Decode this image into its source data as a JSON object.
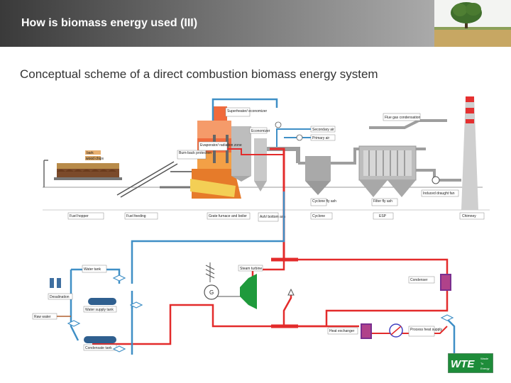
{
  "slide": {
    "title": "How is biomass energy used  (III)",
    "subtitle": "Conceptual scheme of a direct combustion biomass energy system"
  },
  "labels": {
    "fuel_hopper": "Fuel hopper",
    "fuel_feeding": "Fuel feeding",
    "grate": "Grate furnace and boiler",
    "ash_bottom": "Ash/ bottom ash",
    "cyclone": "Cyclone",
    "esp": "ESP",
    "chimney": "Chimney",
    "cyclone_fly_ash": "Cyclone fly ash",
    "filter_fly_ash": "Filter fly ash",
    "induced_draught_fan": "Induced draught fan",
    "flue_gas_condensation": "Flue gas condensation",
    "secondary_air": "Secondary air",
    "primary_air": "Primary air",
    "superheater": "Superheater/ economizer",
    "evaporator": "Evaporator/ radiation zone",
    "burnback": "Burn-back protection",
    "economizer": "Economizer",
    "bark": "bark",
    "wood_chips": "wood chips",
    "steam_turbine": "Steam turbine",
    "water_tank": "Water tank",
    "desalination": "Desalination",
    "raw_water": "Raw water",
    "water_supply_tank": "Water supply tank",
    "condensate_tank": "Condensate tank",
    "condenser": "Condenser",
    "heat_exchanger": "Heat exchanger",
    "process_heat_supply": "Process heat supply",
    "generator": "G"
  },
  "logo": {
    "text": "WTE",
    "sub1": "Waste",
    "sub2": "To",
    "sub3": "Energy"
  },
  "colors": {
    "steam_red": "#e32b2b",
    "water_blue": "#3f8fc6",
    "turbine_green": "#1f9a3c",
    "logo_green": "#1e8c3a"
  }
}
